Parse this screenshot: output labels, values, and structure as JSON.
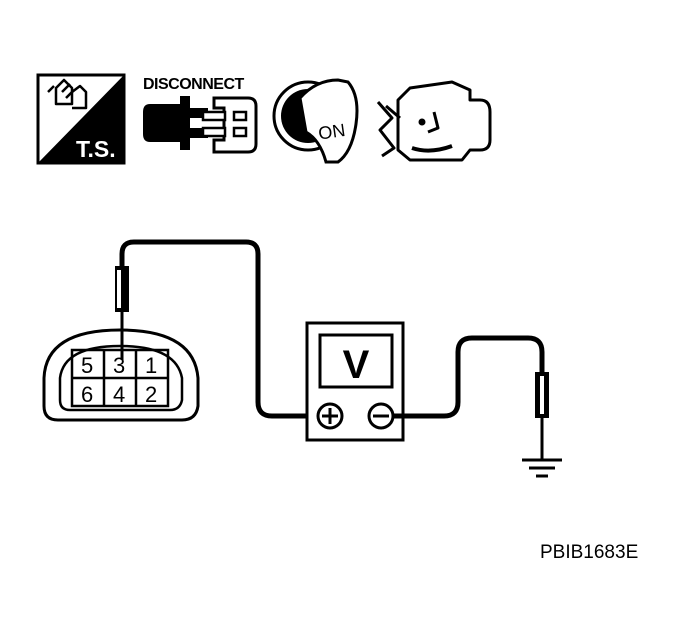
{
  "icons": {
    "ts_badge": "T.S.",
    "disconnect_label": "DISCONNECT",
    "ignition_label": "ON",
    "icon_names": [
      "tester-icon",
      "disconnect-connector-icon",
      "ignition-key-on-icon",
      "engine-icon"
    ]
  },
  "connector": {
    "pins_top": [
      "5",
      "3",
      "1"
    ],
    "pins_bottom": [
      "6",
      "4",
      "2"
    ]
  },
  "voltmeter": {
    "label": "V",
    "positive_symbol": "⊕",
    "negative_symbol": "⊖"
  },
  "reference_code": "PBIB1683E",
  "colors": {
    "ink": "#000000",
    "paper": "#ffffff"
  }
}
